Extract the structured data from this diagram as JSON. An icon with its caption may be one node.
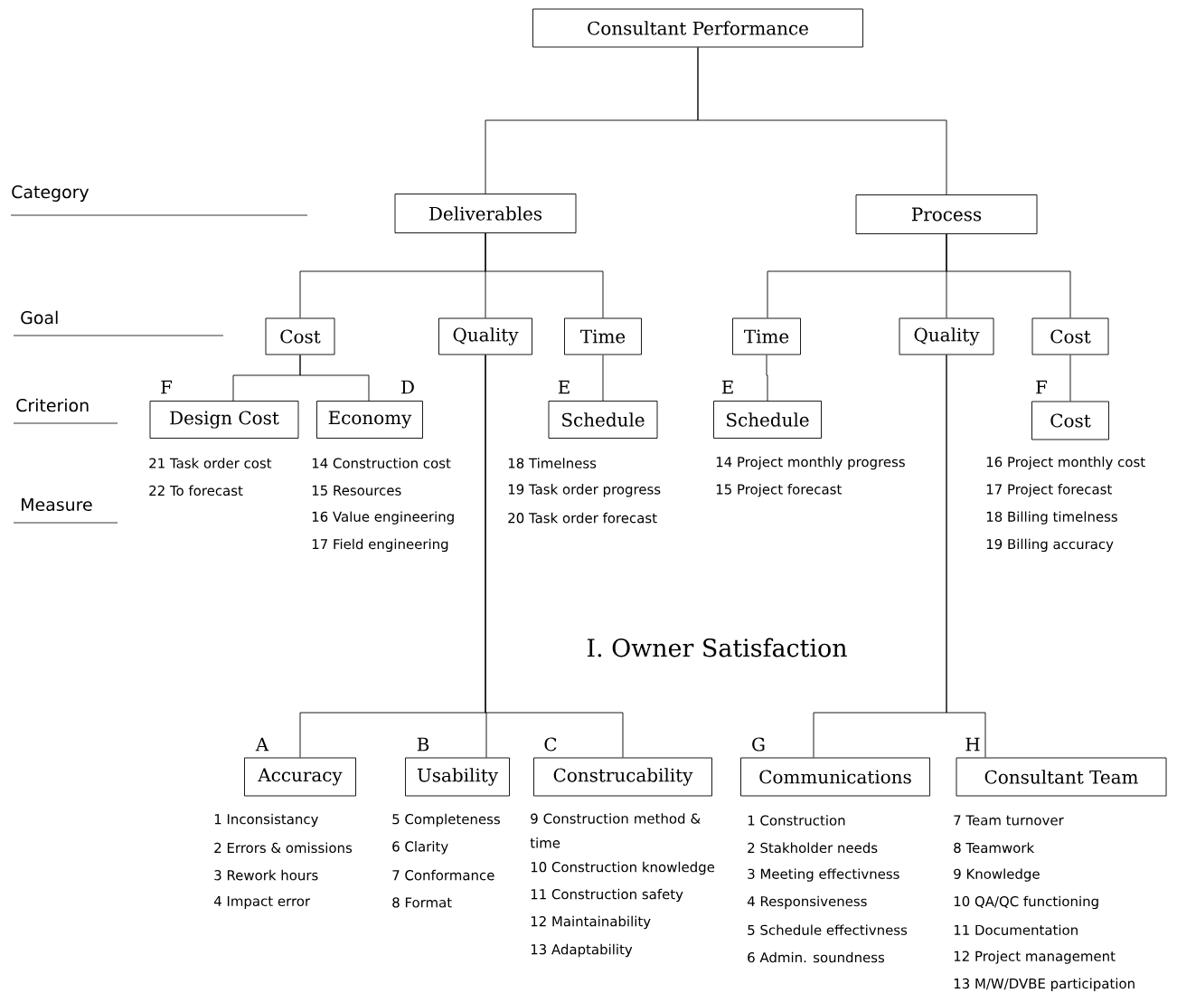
{
  "diagram": {
    "title": "I. Owner Satisfaction",
    "nodes": [
      {
        "text": [
          "Consultant Performance"
        ]
      },
      {
        "text": [
          "Deliverables"
        ]
      },
      {
        "text": [
          "Process"
        ]
      },
      {
        "text": [
          "Cost"
        ]
      },
      {
        "text": [
          "Quality"
        ]
      },
      {
        "text": [
          "Time"
        ]
      },
      {
        "text": [
          "Time"
        ]
      },
      {
        "text": [
          "Quality"
        ]
      },
      {
        "text": [
          "Cost"
        ]
      },
      {
        "text": [
          "Design Cost"
        ],
        "beside": [
          "F",
          "21 Task order cost",
          "22 To forecast"
        ]
      },
      {
        "text": [
          "Economy"
        ],
        "beside": [
          "D",
          "14 Construction cost",
          "15 Resources",
          "16 Value engineering",
          "17 Field engineering"
        ]
      },
      {
        "text": [
          "Schedule"
        ],
        "beside": [
          "E",
          "18 Timelness",
          "19 Task order progress",
          "20 Task order forecast"
        ]
      },
      {
        "text": [
          "Schedule"
        ],
        "beside": [
          "E",
          "14 Project monthly progress",
          "15 Project forecast"
        ]
      },
      {
        "text": [
          "Cost"
        ],
        "beside": [
          "F",
          "16 Project monthly cost",
          "17 Project forecast",
          "18 Billing timelness",
          "19 Billing accuracy"
        ]
      },
      {
        "text": [
          "Accuracy"
        ],
        "beside": [
          "A",
          "1 Inconsistancy",
          "2 Errors & omissions",
          "3 Rework hours",
          "4 Impact error"
        ]
      },
      {
        "text": [
          "Usability"
        ],
        "beside": [
          "B",
          "5 Completeness",
          "6 Clarity",
          "7 Conformance",
          "8 Format"
        ]
      },
      {
        "text": [
          "Construcability"
        ],
        "beside": [
          "C",
          "9 Construction method & time",
          "10 Construction knowledge",
          "11 Construction safety",
          "12 Maintainability",
          "13 Adaptability"
        ]
      },
      {
        "text": [
          "Communications"
        ],
        "beside": [
          "G",
          "1 Construction",
          "2 Stakholder needs",
          "3 Meeting effectivness",
          "4 Responsiveness",
          "5 Schedule effectivness",
          "6 Admin. soundness"
        ]
      },
      {
        "text": [
          "Consultant Team"
        ],
        "beside": [
          "H",
          "7 Team turnover",
          "8 Teamwork",
          "9 Knowledge",
          "10 QA/QC functioning",
          "11 Documentation",
          "12 Project management",
          "13 M/W/DVBE participation"
        ]
      }
    ],
    "edges": [
      {
        "from": 0,
        "to": 1,
        "arrow": "none"
      },
      {
        "from": 0,
        "to": 2,
        "arrow": "none"
      },
      {
        "from": 1,
        "to": 3,
        "arrow": "none"
      },
      {
        "from": 1,
        "to": 4,
        "arrow": "none"
      },
      {
        "from": 1,
        "to": 5,
        "arrow": "none"
      },
      {
        "from": 2,
        "to": 6,
        "arrow": "none"
      },
      {
        "from": 2,
        "to": 7,
        "arrow": "none"
      },
      {
        "from": 2,
        "to": 8,
        "arrow": "none"
      },
      {
        "from": 3,
        "to": 9,
        "arrow": "none"
      },
      {
        "from": 3,
        "to": 10,
        "arrow": "none"
      },
      {
        "from": 5,
        "to": 11,
        "arrow": "none"
      },
      {
        "from": 6,
        "to": 12,
        "arrow": "none"
      },
      {
        "from": 8,
        "to": 13,
        "arrow": "none"
      },
      {
        "from": 4,
        "to": 14,
        "arrow": "none"
      },
      {
        "from": 4,
        "to": 15,
        "arrow": "none"
      },
      {
        "from": 4,
        "to": 16,
        "arrow": "none"
      },
      {
        "from": 7,
        "to": 17,
        "arrow": "none"
      },
      {
        "from": 7,
        "to": 18,
        "arrow": "none"
      }
    ],
    "labels": [
      "Category",
      "Goal",
      "Criterion",
      "Measure"
    ]
  }
}
